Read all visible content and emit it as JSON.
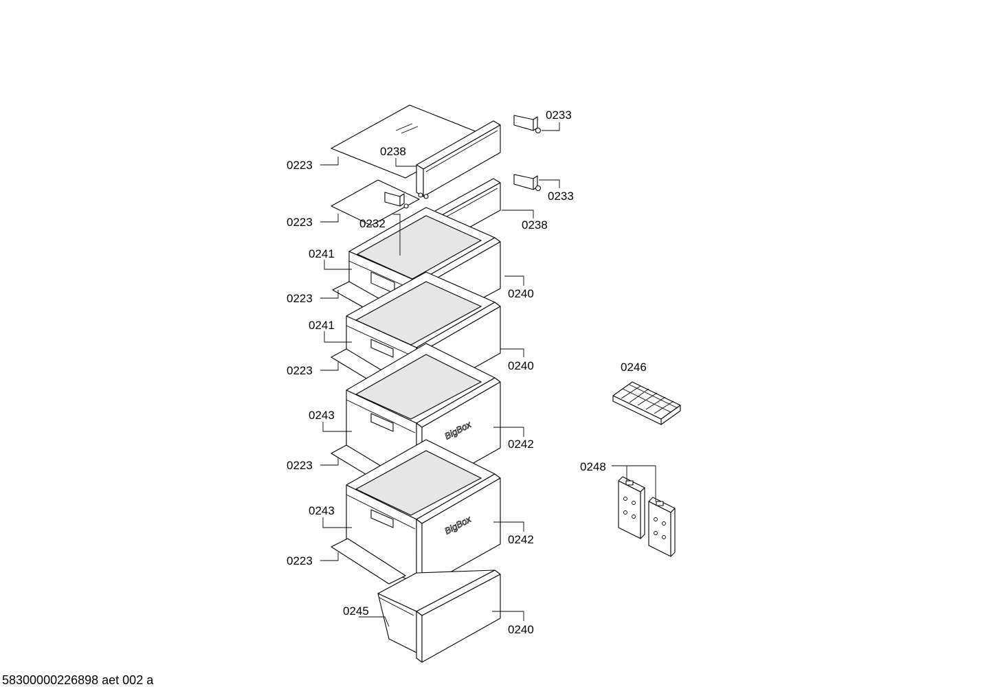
{
  "labels": {
    "l0223_a": "0223",
    "l0223_b": "0223",
    "l0223_c": "0223",
    "l0223_d": "0223",
    "l0223_e": "0223",
    "l0223_f": "0223",
    "l0238_a": "0238",
    "l0238_b": "0238",
    "l0233_a": "0233",
    "l0233_b": "0233",
    "l0232": "0232",
    "l0241_a": "0241",
    "l0241_b": "0241",
    "l0240_a": "0240",
    "l0240_b": "0240",
    "l0240_c": "0240",
    "l0243_a": "0243",
    "l0243_b": "0243",
    "l0242_a": "0242",
    "l0242_b": "0242",
    "l0245": "0245",
    "l0246": "0246",
    "l0248": "0248"
  },
  "brand_text": "BigBox",
  "document_id": "58300000226898 aet 002 a"
}
